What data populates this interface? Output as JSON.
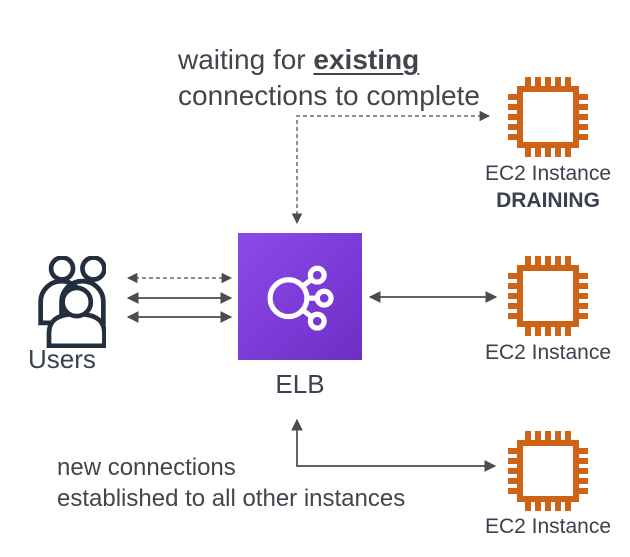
{
  "colors": {
    "purple-start": "#8C4AE8",
    "purple-end": "#6E2EC6",
    "orange": "#CE6318",
    "navy": "#232F3E",
    "caption-text": "#40464C",
    "label-text": "#39424E",
    "arrow": "#4C4C4C",
    "arrow-dashed": "#6B6B6B"
  },
  "captions": {
    "top": {
      "prefix": "waiting for ",
      "emphasis": "existing",
      "line2": "connections to complete"
    },
    "bottom": {
      "line1": "new connections",
      "line2": "established to all other instances"
    }
  },
  "nodes": {
    "users": {
      "label": "Users",
      "icon": "users-icon"
    },
    "elb": {
      "label": "ELB",
      "icon": "load-balancer-icon"
    },
    "ec2_draining": {
      "label": "EC2 Instance",
      "status": "DRAINING",
      "icon": "ec2-chip-icon"
    },
    "ec2_middle": {
      "label": "EC2 Instance",
      "icon": "ec2-chip-icon"
    },
    "ec2_bottom": {
      "label": "EC2 Instance",
      "icon": "ec2-chip-icon"
    }
  },
  "connectors": {
    "users_elb_existing": "dashed double arrow",
    "users_elb_solid_1": "solid double arrow",
    "users_elb_solid_2": "solid double arrow",
    "elb_ec2_middle": "solid double arrow",
    "draining_elbow": "dashed elbow arrow to ELB and draining instance",
    "new_connections_elbow": "solid elbow arrow to ELB and bottom instance"
  }
}
